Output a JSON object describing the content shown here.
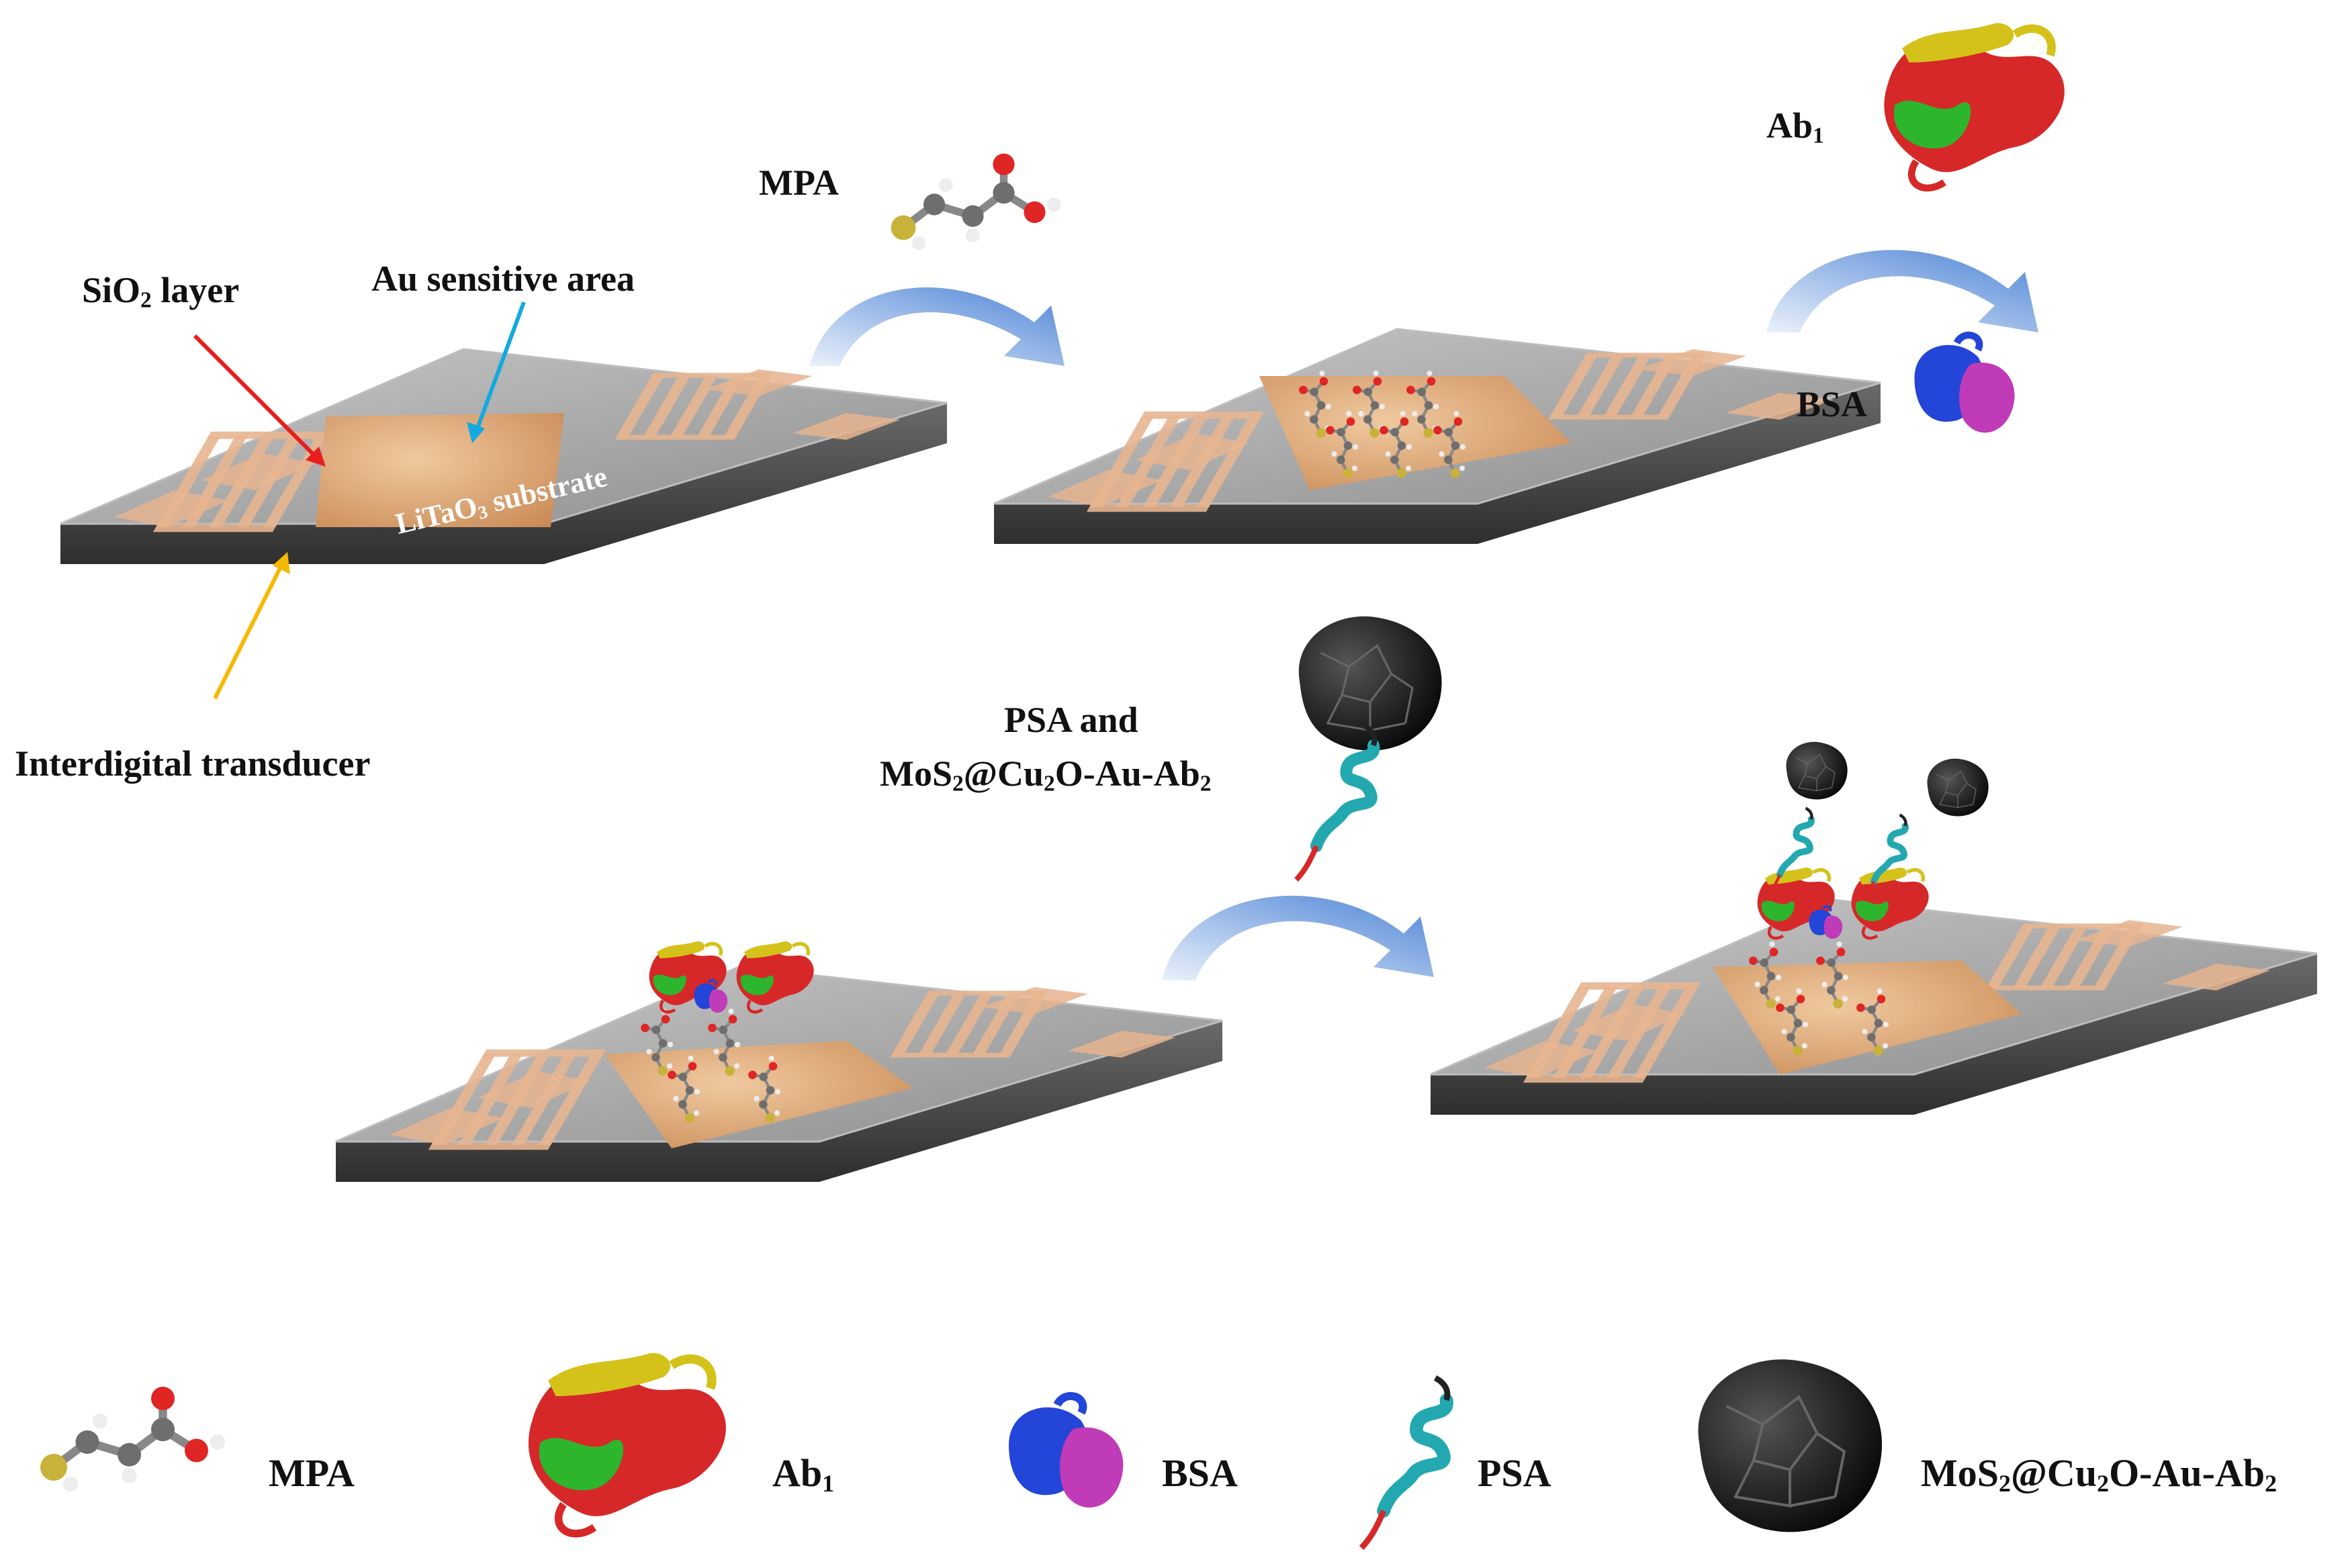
{
  "labels": {
    "sio2_base": "SiO",
    "sio2_sub": "2",
    "sio2_tail": " layer",
    "au_area": "Au sensitive area",
    "litao3_base": "LiTaO",
    "litao3_sub": "3",
    "litao3_tail": " substrate",
    "idt": "Interdigital transducer",
    "mpa_step": "MPA",
    "ab1_base": "Ab",
    "ab1_sub": "1",
    "bsa_step": "BSA",
    "psa_and": "PSA and",
    "mos2_p1": "MoS",
    "mos2_s1": "2",
    "mos2_p2": "@Cu",
    "mos2_s2": "2",
    "mos2_p3": "O-Au-Ab",
    "mos2_s3": "2"
  },
  "legend": {
    "mpa": "MPA",
    "ab1_base": "Ab",
    "ab1_sub": "1",
    "bsa": "BSA",
    "psa": "PSA",
    "mos2_p1": "MoS",
    "mos2_s1": "2",
    "mos2_p2": "@Cu",
    "mos2_s2": "2",
    "mos2_p3": "O-Au-Ab",
    "mos2_s3": "2"
  },
  "colors": {
    "au_pad": "#e9b98e",
    "substrate_top": "#9a9a9a",
    "substrate_side": "#4a4a4a",
    "arrow_blue": "#5b8fd9",
    "pointer_red": "#e81e1e",
    "pointer_cyan": "#12a9e0",
    "pointer_yellow": "#f5b800",
    "protein_red": "#d62828",
    "protein_green": "#2db52d",
    "protein_yellow": "#d4c21a",
    "bsa_blue": "#2345d8",
    "bsa_magenta": "#c03bb8",
    "psa_cyan": "#23a8b0",
    "nanoparticle": "#111111"
  },
  "icons": [
    "mpa-molecule-icon",
    "ab1-protein-icon",
    "bsa-protein-icon",
    "psa-helix-icon",
    "nanoparticle-icon"
  ]
}
